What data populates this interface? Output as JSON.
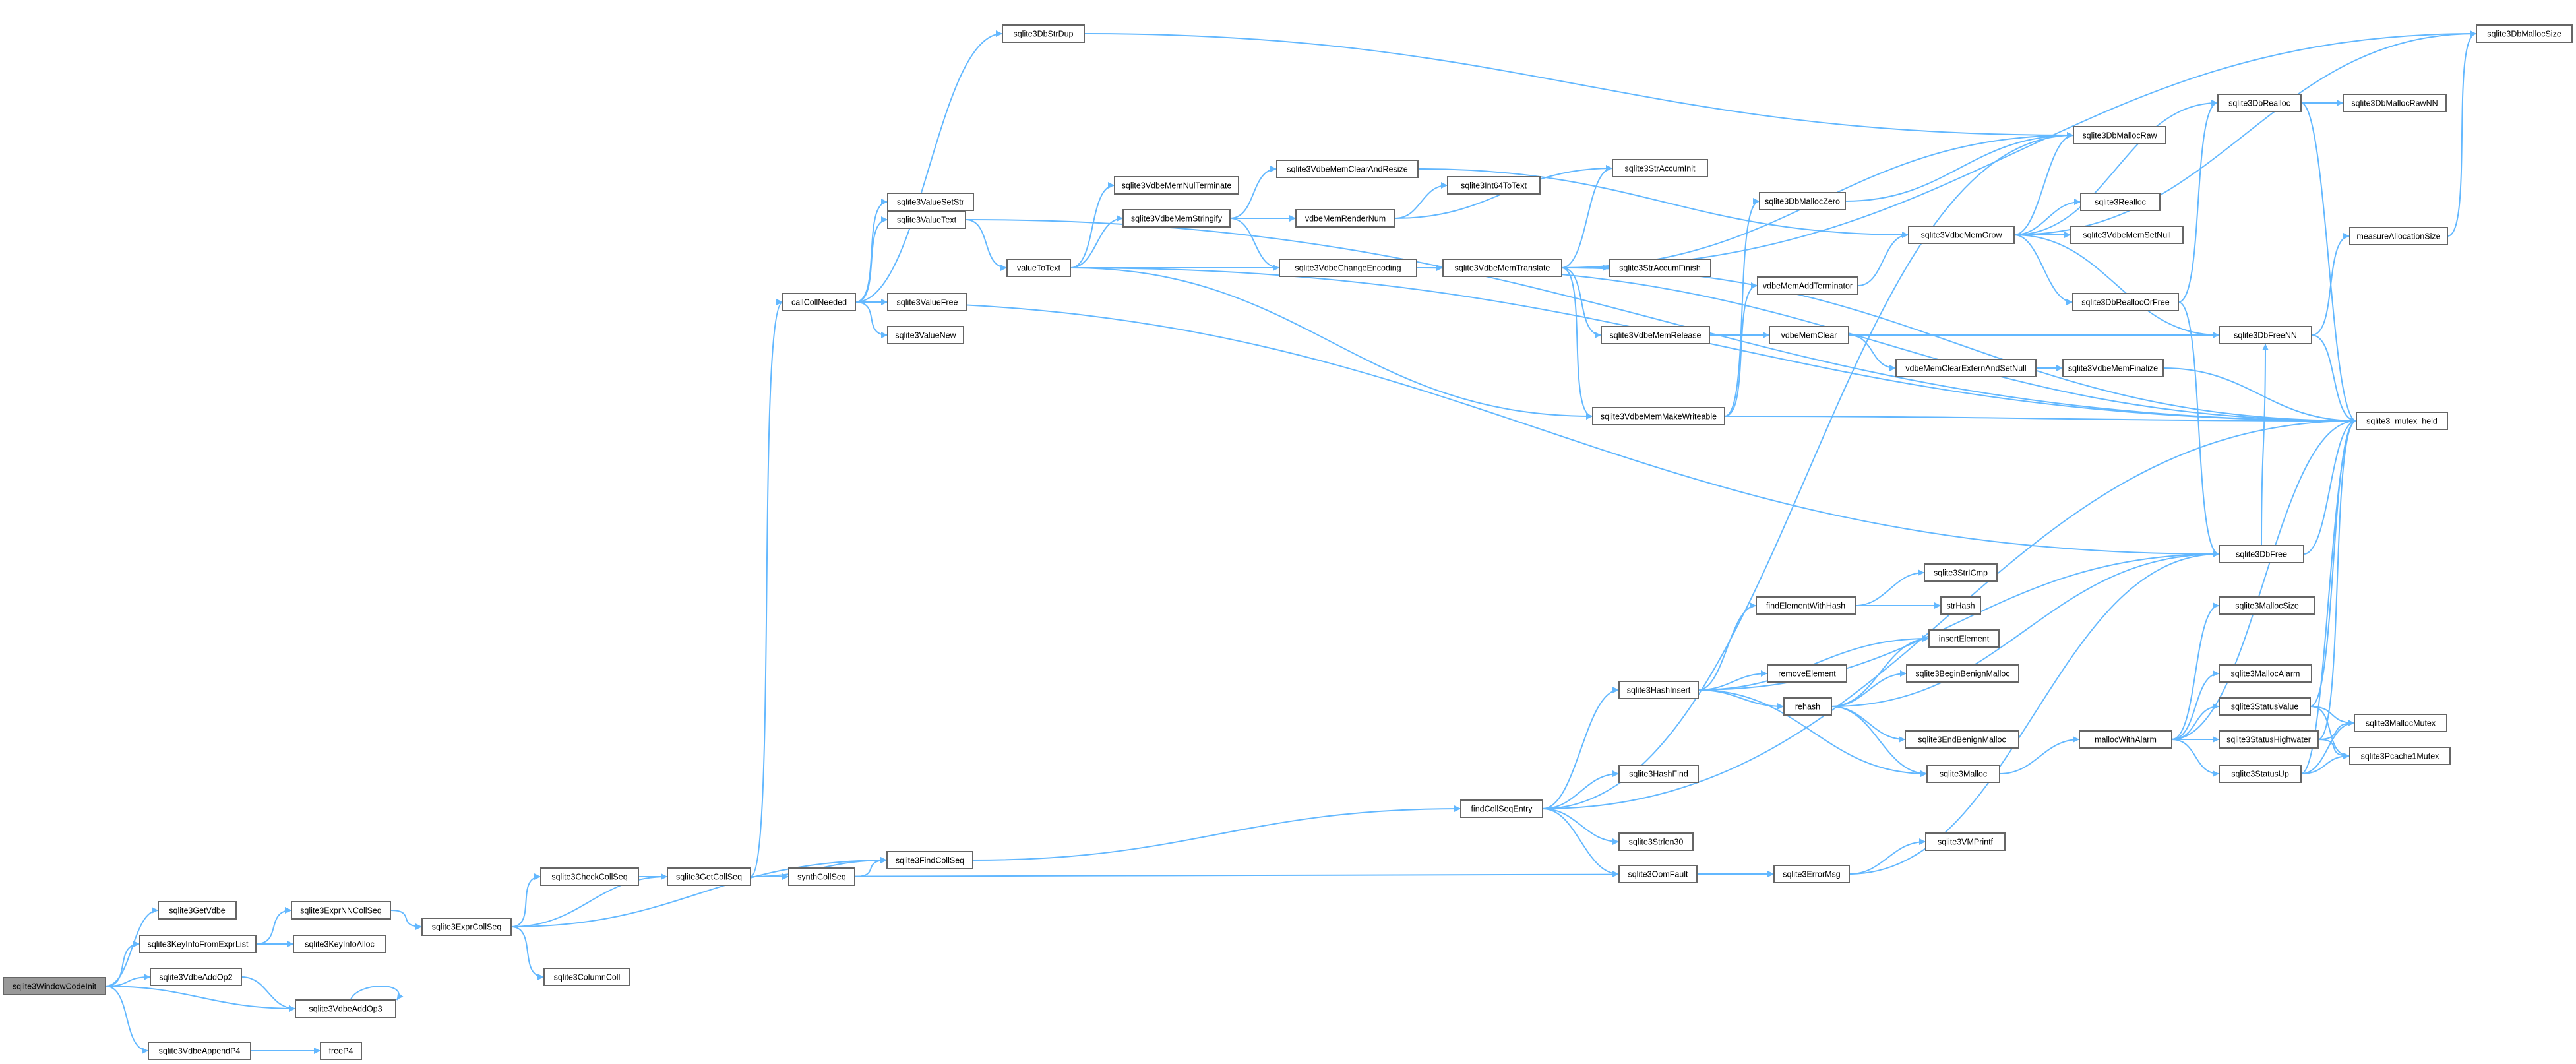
{
  "graph": {
    "root": "sqlite3WindowCodeInit",
    "nodes": [
      {
        "id": "n0",
        "label": "sqlite3WindowCodeInit",
        "root": true
      },
      {
        "id": "n1",
        "label": "sqlite3GetVdbe"
      },
      {
        "id": "n2",
        "label": "sqlite3KeyInfoFromExprList"
      },
      {
        "id": "n3",
        "label": "sqlite3VdbeAddOp2"
      },
      {
        "id": "n4",
        "label": "sqlite3VdbeAddOp3"
      },
      {
        "id": "n5",
        "label": "sqlite3VdbeAppendP4"
      },
      {
        "id": "n6",
        "label": "freeP4"
      },
      {
        "id": "n7",
        "label": "sqlite3ExprNNCollSeq"
      },
      {
        "id": "n8",
        "label": "sqlite3KeyInfoAlloc"
      },
      {
        "id": "n9",
        "label": "sqlite3ExprCollSeq"
      },
      {
        "id": "n10",
        "label": "sqlite3CheckCollSeq"
      },
      {
        "id": "n11",
        "label": "sqlite3ColumnColl"
      },
      {
        "id": "n12",
        "label": "sqlite3GetCollSeq"
      },
      {
        "id": "n13",
        "label": "synthCollSeq"
      },
      {
        "id": "n14",
        "label": "sqlite3FindCollSeq"
      },
      {
        "id": "n15",
        "label": "callCollNeeded"
      },
      {
        "id": "n16",
        "label": "sqlite3ValueSetStr"
      },
      {
        "id": "n17",
        "label": "sqlite3ValueText"
      },
      {
        "id": "n18",
        "label": "sqlite3ValueFree"
      },
      {
        "id": "n19",
        "label": "sqlite3ValueNew"
      },
      {
        "id": "n20",
        "label": "sqlite3DbStrDup"
      },
      {
        "id": "n21",
        "label": "valueToText"
      },
      {
        "id": "n22",
        "label": "sqlite3VdbeMemNulTerminate"
      },
      {
        "id": "n23",
        "label": "sqlite3VdbeMemStringify"
      },
      {
        "id": "n24",
        "label": "sqlite3VdbeMemClearAndResize"
      },
      {
        "id": "n25",
        "label": "vdbeMemRenderNum"
      },
      {
        "id": "n26",
        "label": "sqlite3Int64ToText"
      },
      {
        "id": "n27",
        "label": "sqlite3VdbeChangeEncoding"
      },
      {
        "id": "n28",
        "label": "sqlite3VdbeMemTranslate"
      },
      {
        "id": "n29",
        "label": "sqlite3StrAccumInit"
      },
      {
        "id": "n30",
        "label": "sqlite3StrAccumFinish"
      },
      {
        "id": "n31",
        "label": "sqlite3VdbeMemRelease"
      },
      {
        "id": "n32",
        "label": "sqlite3VdbeMemMakeWriteable"
      },
      {
        "id": "n33",
        "label": "vdbeMemAddTerminator"
      },
      {
        "id": "n34",
        "label": "vdbeMemClear"
      },
      {
        "id": "n35",
        "label": "vdbeMemClearExternAndSetNull"
      },
      {
        "id": "n36",
        "label": "sqlite3VdbeMemFinalize"
      },
      {
        "id": "n37",
        "label": "sqlite3DbMallocZero"
      },
      {
        "id": "n38",
        "label": "sqlite3DbMallocRaw"
      },
      {
        "id": "n39",
        "label": "sqlite3VdbeMemGrow"
      },
      {
        "id": "n40",
        "label": "sqlite3Realloc"
      },
      {
        "id": "n41",
        "label": "sqlite3VdbeMemSetNull"
      },
      {
        "id": "n42",
        "label": "sqlite3DbRealloc"
      },
      {
        "id": "n43",
        "label": "sqlite3DbMallocRawNN"
      },
      {
        "id": "n44",
        "label": "sqlite3DbReallocOrFree"
      },
      {
        "id": "n45",
        "label": "sqlite3DbFreeNN"
      },
      {
        "id": "n46",
        "label": "measureAllocationSize"
      },
      {
        "id": "n47",
        "label": "sqlite3DbMallocSize"
      },
      {
        "id": "n48",
        "label": "sqlite3_mutex_held"
      },
      {
        "id": "n49",
        "label": "sqlite3DbFree"
      },
      {
        "id": "n50",
        "label": "findCollSeqEntry"
      },
      {
        "id": "n51",
        "label": "sqlite3HashInsert"
      },
      {
        "id": "n52",
        "label": "findElementWithHash"
      },
      {
        "id": "n53",
        "label": "sqlite3StrICmp"
      },
      {
        "id": "n54",
        "label": "strHash"
      },
      {
        "id": "n55",
        "label": "insertElement"
      },
      {
        "id": "n56",
        "label": "removeElement"
      },
      {
        "id": "n57",
        "label": "rehash"
      },
      {
        "id": "n58",
        "label": "sqlite3BeginBenignMalloc"
      },
      {
        "id": "n59",
        "label": "sqlite3EndBenignMalloc"
      },
      {
        "id": "n60",
        "label": "sqlite3Malloc"
      },
      {
        "id": "n61",
        "label": "mallocWithAlarm"
      },
      {
        "id": "n62",
        "label": "sqlite3MallocSize"
      },
      {
        "id": "n63",
        "label": "sqlite3MallocAlarm"
      },
      {
        "id": "n64",
        "label": "sqlite3StatusValue"
      },
      {
        "id": "n65",
        "label": "sqlite3StatusHighwater"
      },
      {
        "id": "n66",
        "label": "sqlite3StatusUp"
      },
      {
        "id": "n67",
        "label": "sqlite3MallocMutex"
      },
      {
        "id": "n68",
        "label": "sqlite3Pcache1Mutex"
      },
      {
        "id": "n69",
        "label": "sqlite3HashFind"
      },
      {
        "id": "n70",
        "label": "sqlite3Strlen30"
      },
      {
        "id": "n71",
        "label": "sqlite3OomFault"
      },
      {
        "id": "n72",
        "label": "sqlite3ErrorMsg"
      },
      {
        "id": "n73",
        "label": "sqlite3VMPrintf"
      }
    ],
    "edges": [
      [
        "n0",
        "n1"
      ],
      [
        "n0",
        "n2"
      ],
      [
        "n0",
        "n3"
      ],
      [
        "n0",
        "n4"
      ],
      [
        "n0",
        "n5"
      ],
      [
        "n2",
        "n7"
      ],
      [
        "n2",
        "n8"
      ],
      [
        "n3",
        "n4"
      ],
      [
        "n4",
        "n4"
      ],
      [
        "n5",
        "n6"
      ],
      [
        "n7",
        "n9"
      ],
      [
        "n9",
        "n10"
      ],
      [
        "n9",
        "n11"
      ],
      [
        "n9",
        "n12"
      ],
      [
        "n9",
        "n14"
      ],
      [
        "n10",
        "n12"
      ],
      [
        "n12",
        "n13"
      ],
      [
        "n12",
        "n14"
      ],
      [
        "n12",
        "n15"
      ],
      [
        "n12",
        "n72"
      ],
      [
        "n13",
        "n14"
      ],
      [
        "n14",
        "n50"
      ],
      [
        "n15",
        "n16"
      ],
      [
        "n15",
        "n17"
      ],
      [
        "n15",
        "n18"
      ],
      [
        "n15",
        "n19"
      ],
      [
        "n15",
        "n20"
      ],
      [
        "n15",
        "n49"
      ],
      [
        "n17",
        "n21"
      ],
      [
        "n17",
        "n48"
      ],
      [
        "n20",
        "n38"
      ],
      [
        "n21",
        "n22"
      ],
      [
        "n21",
        "n23"
      ],
      [
        "n21",
        "n27"
      ],
      [
        "n21",
        "n32"
      ],
      [
        "n21",
        "n48"
      ],
      [
        "n23",
        "n24"
      ],
      [
        "n23",
        "n25"
      ],
      [
        "n23",
        "n27"
      ],
      [
        "n24",
        "n39"
      ],
      [
        "n25",
        "n26"
      ],
      [
        "n25",
        "n29"
      ],
      [
        "n27",
        "n28"
      ],
      [
        "n27",
        "n48"
      ],
      [
        "n28",
        "n29"
      ],
      [
        "n28",
        "n30"
      ],
      [
        "n28",
        "n31"
      ],
      [
        "n28",
        "n32"
      ],
      [
        "n28",
        "n38"
      ],
      [
        "n28",
        "n47"
      ],
      [
        "n28",
        "n48"
      ],
      [
        "n31",
        "n34"
      ],
      [
        "n32",
        "n33"
      ],
      [
        "n32",
        "n37"
      ],
      [
        "n32",
        "n48"
      ],
      [
        "n33",
        "n39"
      ],
      [
        "n34",
        "n35"
      ],
      [
        "n34",
        "n45"
      ],
      [
        "n35",
        "n36"
      ],
      [
        "n36",
        "n48"
      ],
      [
        "n37",
        "n38"
      ],
      [
        "n39",
        "n38"
      ],
      [
        "n39",
        "n40"
      ],
      [
        "n39",
        "n41"
      ],
      [
        "n39",
        "n42"
      ],
      [
        "n39",
        "n44"
      ],
      [
        "n39",
        "n45"
      ],
      [
        "n39",
        "n47"
      ],
      [
        "n42",
        "n43"
      ],
      [
        "n42",
        "n48"
      ],
      [
        "n44",
        "n42"
      ],
      [
        "n44",
        "n49"
      ],
      [
        "n45",
        "n46"
      ],
      [
        "n45",
        "n48"
      ],
      [
        "n46",
        "n47"
      ],
      [
        "n49",
        "n45"
      ],
      [
        "n49",
        "n48"
      ],
      [
        "n50",
        "n51"
      ],
      [
        "n50",
        "n69"
      ],
      [
        "n50",
        "n70"
      ],
      [
        "n50",
        "n71"
      ],
      [
        "n50",
        "n48"
      ],
      [
        "n50",
        "n38"
      ],
      [
        "n51",
        "n52"
      ],
      [
        "n51",
        "n55"
      ],
      [
        "n51",
        "n56"
      ],
      [
        "n51",
        "n57"
      ],
      [
        "n51",
        "n60"
      ],
      [
        "n51",
        "n49"
      ],
      [
        "n52",
        "n53"
      ],
      [
        "n52",
        "n54"
      ],
      [
        "n57",
        "n58"
      ],
      [
        "n57",
        "n59"
      ],
      [
        "n57",
        "n55"
      ],
      [
        "n57",
        "n60"
      ],
      [
        "n57",
        "n49"
      ],
      [
        "n60",
        "n61"
      ],
      [
        "n61",
        "n62"
      ],
      [
        "n61",
        "n63"
      ],
      [
        "n61",
        "n64"
      ],
      [
        "n61",
        "n65"
      ],
      [
        "n61",
        "n66"
      ],
      [
        "n61",
        "n48"
      ],
      [
        "n64",
        "n67"
      ],
      [
        "n64",
        "n68"
      ],
      [
        "n64",
        "n48"
      ],
      [
        "n65",
        "n67"
      ],
      [
        "n65",
        "n68"
      ],
      [
        "n65",
        "n48"
      ],
      [
        "n66",
        "n67"
      ],
      [
        "n66",
        "n68"
      ],
      [
        "n66",
        "n48"
      ],
      [
        "n71",
        "n72"
      ],
      [
        "n72",
        "n73"
      ],
      [
        "n72",
        "n49"
      ]
    ]
  }
}
